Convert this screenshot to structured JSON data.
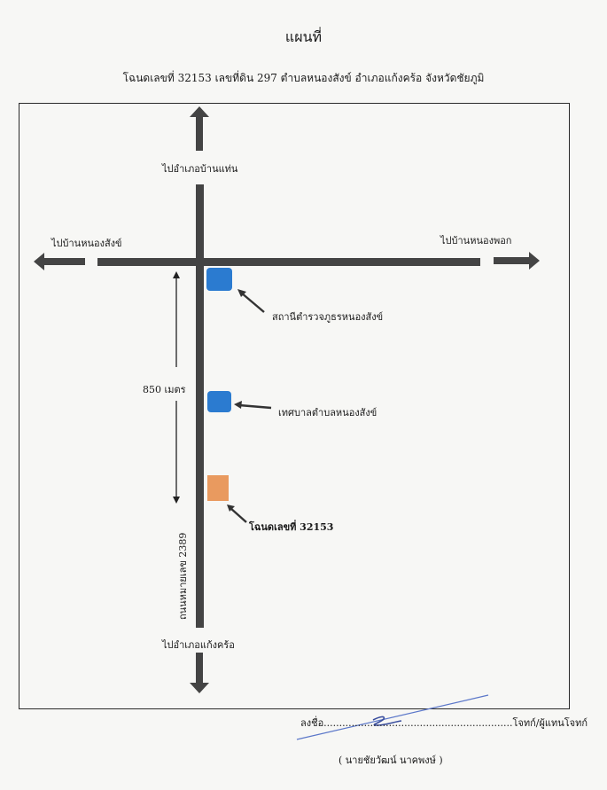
{
  "header": {
    "title": "แผนที่",
    "subtitle": "โฉนดเลขที่ 32153 เลขที่ดิน 297 ตำบลหนองสังข์ อำเภอแก้งคร้อ จังหวัดชัยภูมิ"
  },
  "map": {
    "north_label": "ไปอำเภอบ้านแท่น",
    "west_label": "ไปบ้านหนองสังข์",
    "east_label": "ไปบ้านหนองพอก",
    "south_label": "ไปอำเภอแก้งคร้อ",
    "distance_label": "850 เมตร",
    "road_label": "ถนนหมายเลข 2389",
    "markers": [
      {
        "label": "สถานีตำรวจภูธรหนองสังข์",
        "color": "#2b7bd0"
      },
      {
        "label": "เทศบาลตำบลหนองสังข์",
        "color": "#2b7bd0"
      },
      {
        "label": "โฉนดเลขที่ 32153",
        "color": "#e99a5f"
      }
    ]
  },
  "signature": {
    "line": "ลงชื่อ.............................................................โจทก์/ผู้แทนโจทก์",
    "name": "( นายชัยวัฒน์ นาคพงษ์ )"
  }
}
